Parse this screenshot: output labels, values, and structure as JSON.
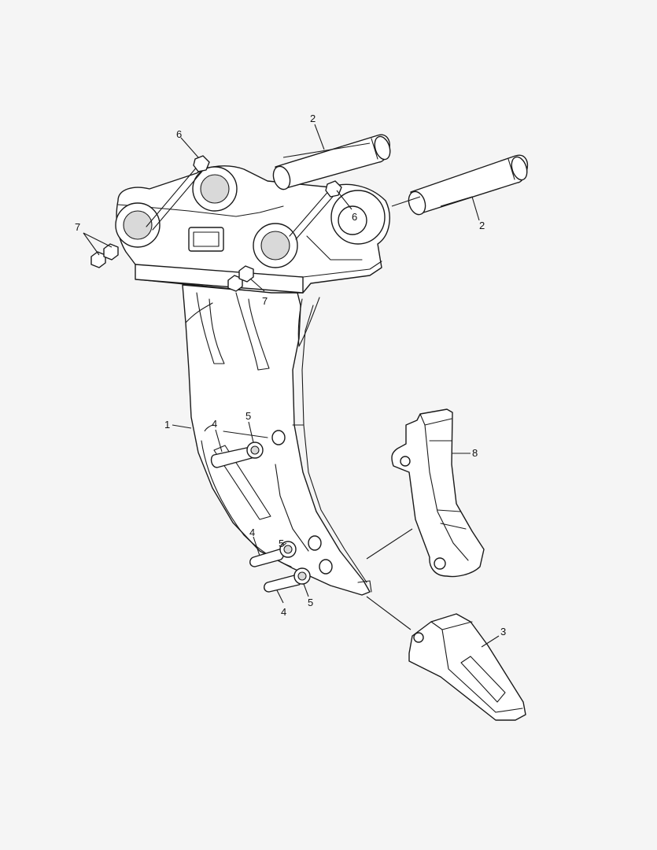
{
  "callouts": {
    "c1": "1",
    "c2a": "2",
    "c2b": "2",
    "c3": "3",
    "c4a": "4",
    "c4b": "4",
    "c4c": "4",
    "c5a": "5",
    "c5b": "5",
    "c5c": "5",
    "c6a": "6",
    "c6b": "6",
    "c7a": "7",
    "c7b": "7",
    "c8": "8"
  },
  "colors": {
    "background": "#f5f5f5",
    "line": "#1a1a1a",
    "part_fill": "#ffffff"
  }
}
